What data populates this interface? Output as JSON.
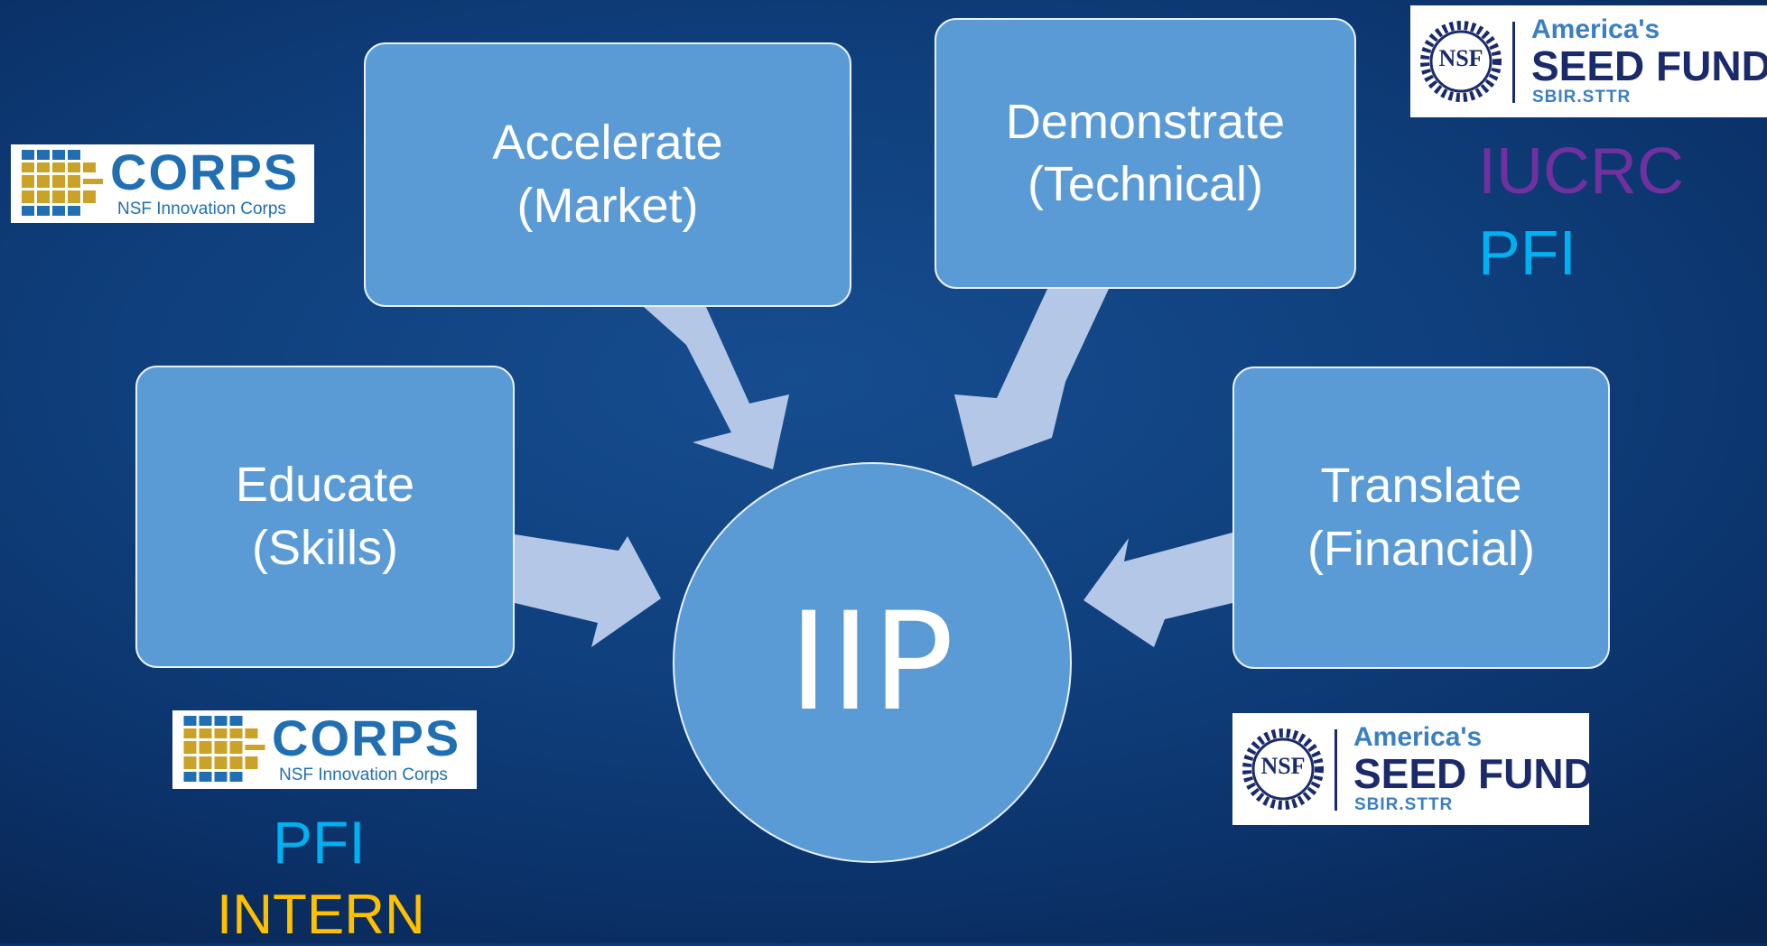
{
  "center": {
    "label": "IIP"
  },
  "boxes": {
    "accelerate": {
      "title": "Accelerate",
      "subtitle": "(Market)"
    },
    "demonstrate": {
      "title": "Demonstrate",
      "subtitle": "(Technical)"
    },
    "educate": {
      "title": "Educate",
      "subtitle": "(Skills)"
    },
    "translate": {
      "title": "Translate",
      "subtitle": "(Financial)"
    }
  },
  "logos": {
    "icorps_1": {
      "name": "CORPS",
      "tagline": "NSF Innovation Corps"
    },
    "icorps_2": {
      "name": "CORPS",
      "tagline": "NSF Innovation Corps"
    },
    "seed_fund_1": {
      "seal": "NSF",
      "line1": "America's",
      "line2": "SEED FUND",
      "line3": "SBIR.STTR"
    },
    "seed_fund_2": {
      "seal": "NSF",
      "line1": "America's",
      "line2": "SEED FUND",
      "line3": "SBIR.STTR"
    }
  },
  "programs": {
    "iucrc": {
      "text": "IUCRC",
      "color": "#7030a0"
    },
    "pfi_top": {
      "text": "PFI",
      "color": "#00b0f0"
    },
    "pfi_bottom": {
      "text": "PFI",
      "color": "#00b0f0"
    },
    "intern": {
      "text": "INTERN",
      "color": "#ffc000"
    }
  },
  "colors": {
    "background": "#0f3f7c",
    "box_fill": "#5b9bd5",
    "arrow_fill": "#b4c7e7",
    "corps_blue": "#1f6fb2",
    "corps_gold": "#c9a227",
    "seed_navy": "#1b2a6b",
    "seed_blue": "#3a7fc1"
  }
}
